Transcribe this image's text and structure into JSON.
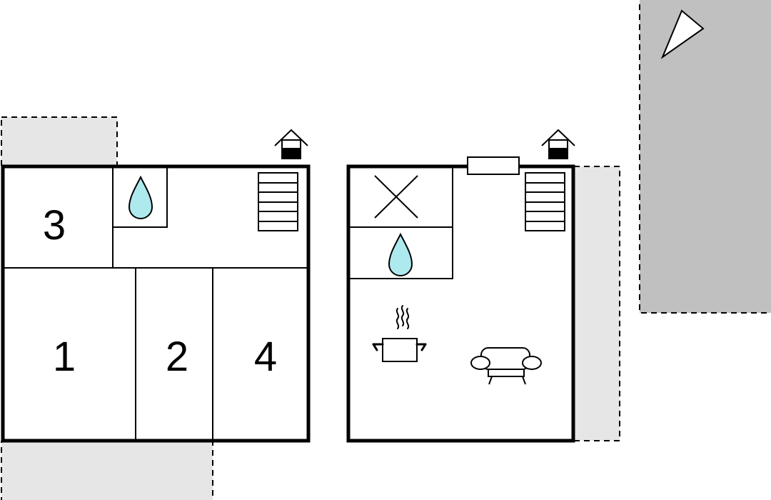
{
  "floorplan": {
    "upper_floor": {
      "rooms": [
        {
          "label": "3"
        },
        {
          "label": "1"
        },
        {
          "label": "2"
        },
        {
          "label": "4"
        }
      ],
      "icons": [
        "water-drop-icon",
        "stairs-icon",
        "entrance-icon"
      ]
    },
    "ground_floor": {
      "icons": [
        "cross-icon",
        "water-drop-icon",
        "stairs-icon",
        "entrance-icon",
        "cooking-pot-icon",
        "sofa-icon",
        "window-icon"
      ]
    },
    "site": {
      "icons": [
        "compass-arrow-icon"
      ]
    },
    "colors": {
      "wall": "#000000",
      "water": "#aee9ee",
      "terrace": "#e6e6e6",
      "parking": "#c0c0c0"
    }
  }
}
